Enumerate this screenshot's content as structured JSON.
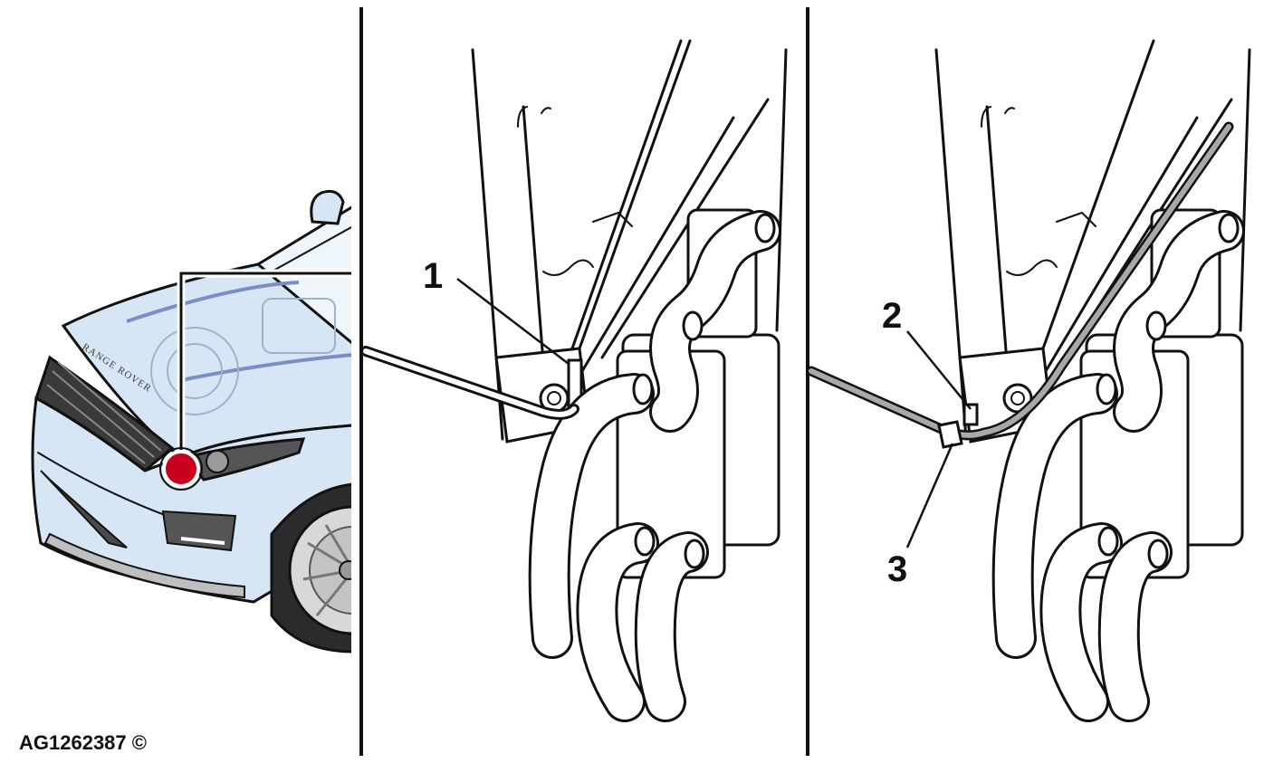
{
  "figure": {
    "reference_code": "AG1262387 ©",
    "badge_text": "RANGE ROVER",
    "callouts": {
      "one": "1",
      "two": "2",
      "three": "3"
    }
  },
  "colors": {
    "body_paint": "#d6e6f5",
    "highlight_dot": "#c8001e",
    "line": "#111111",
    "hose_grey": "#a8a8a8"
  },
  "panels": [
    {
      "name": "vehicle-location-view"
    },
    {
      "name": "detail-view-step-1"
    },
    {
      "name": "detail-view-step-2"
    }
  ]
}
